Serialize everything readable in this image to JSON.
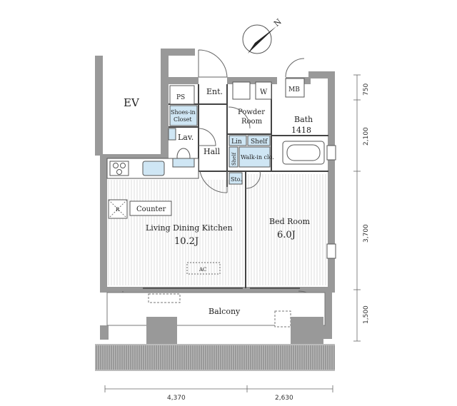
{
  "compass": {
    "label": "N"
  },
  "rooms": {
    "ev": "EV",
    "ps": "PS",
    "entrance": "Ent.",
    "shoes_in_closet_line1": "Shoes-in",
    "shoes_in_closet_line2": "Closet",
    "lavatory": "Lav.",
    "hall": "Hall",
    "powder_room_line1": "Powder",
    "powder_room_line2": "Room",
    "washer": "W",
    "meter_box": "MB",
    "bath_name": "Bath",
    "bath_size": "1418",
    "linen": "Lin",
    "shelf": "Shelf",
    "shelf_vertical": "Shelf",
    "walk_in_closet": "Walk-in clo.",
    "storage": "Sto.",
    "refrigerator": "R",
    "counter": "Counter",
    "ldk_name": "Living Dining Kitchen",
    "ldk_size": "10.2J",
    "air_conditioner": "AC",
    "bedroom_name": "Bed Room",
    "bedroom_size": "6.0J",
    "balcony": "Balcony"
  },
  "dimensions": {
    "bottom_left": "4,370",
    "bottom_right": "2,630",
    "right_1": "750",
    "right_2": "2,100",
    "right_3": "3,700",
    "right_4": "1,500"
  }
}
